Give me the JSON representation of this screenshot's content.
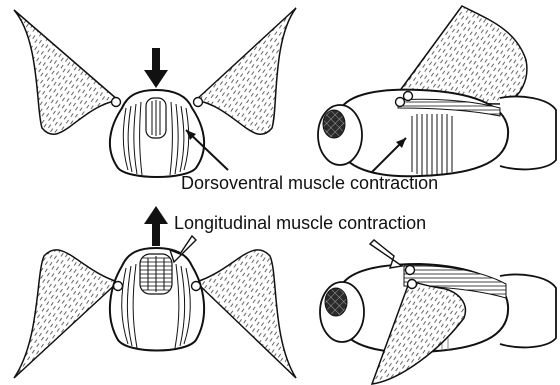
{
  "labels": {
    "dorsoventral": "Dorsoventral muscle contraction",
    "longitudinal": "Longitudinal muscle contraction"
  },
  "colors": {
    "stroke": "#111111",
    "wing_fill": "#ffffff",
    "pattern": "#555555",
    "eye_fill": "#2b2b2b"
  },
  "panels": [
    "front-view-downstroke",
    "side-view-downstroke",
    "front-view-upstroke",
    "side-view-upstroke"
  ]
}
